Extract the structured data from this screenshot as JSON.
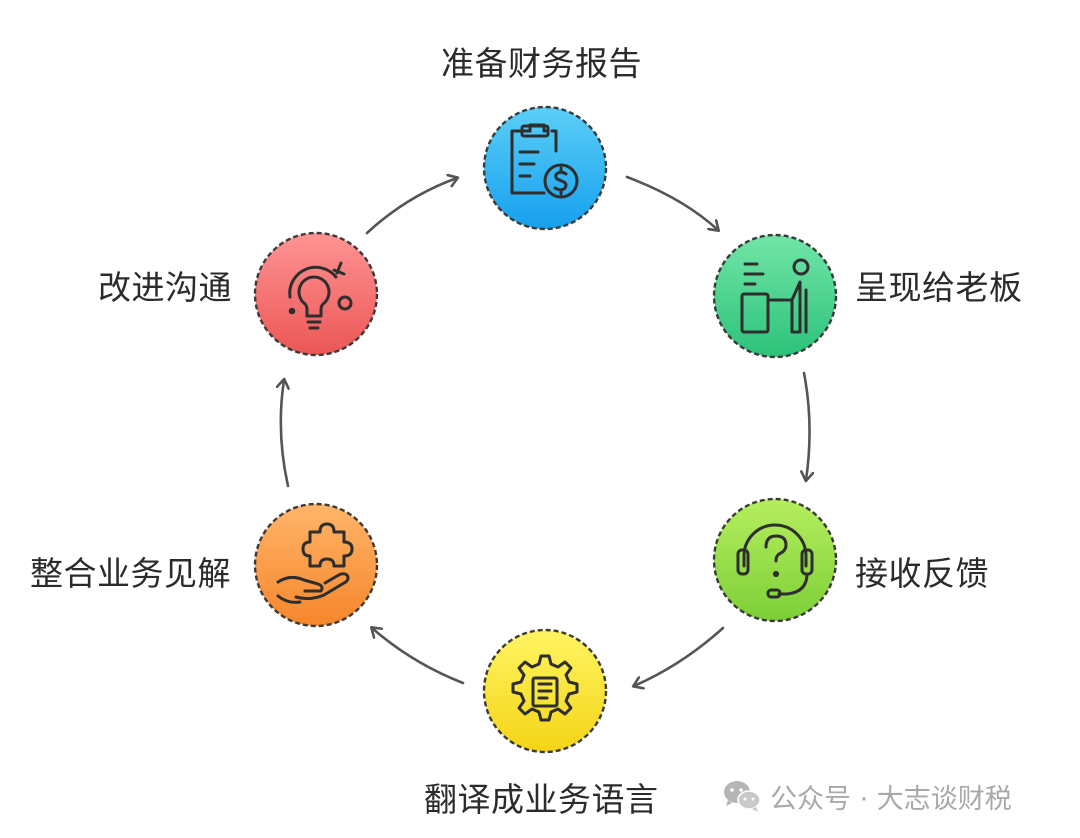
{
  "diagram": {
    "steps": [
      {
        "id": "prepare",
        "label": "准备财务报告",
        "icon": "clipboard-dollar-icon",
        "color_top": "#5ccff7",
        "color_bottom": "#1aa3ee"
      },
      {
        "id": "present",
        "label": "呈现给老板",
        "icon": "presenter-podium-icon",
        "color_top": "#6fe3a4",
        "color_bottom": "#2fc47c"
      },
      {
        "id": "feedback",
        "label": "接收反馈",
        "icon": "headset-question-icon",
        "color_top": "#b3ec5c",
        "color_bottom": "#7fd23a"
      },
      {
        "id": "translate",
        "label": "翻译成业务语言",
        "icon": "gear-document-icon",
        "color_top": "#fff25e",
        "color_bottom": "#f5d81a"
      },
      {
        "id": "integrate",
        "label": "整合业务见解",
        "icon": "hand-puzzle-icon",
        "color_top": "#ffb265",
        "color_bottom": "#f7892f"
      },
      {
        "id": "improve",
        "label": "改进沟通",
        "icon": "lightbulb-target-icon",
        "color_top": "#ff8f8f",
        "color_bottom": "#ee5a5a"
      }
    ]
  },
  "watermark": {
    "text": "公众号 · 大志谈财税",
    "icon": "wechat-icon"
  }
}
